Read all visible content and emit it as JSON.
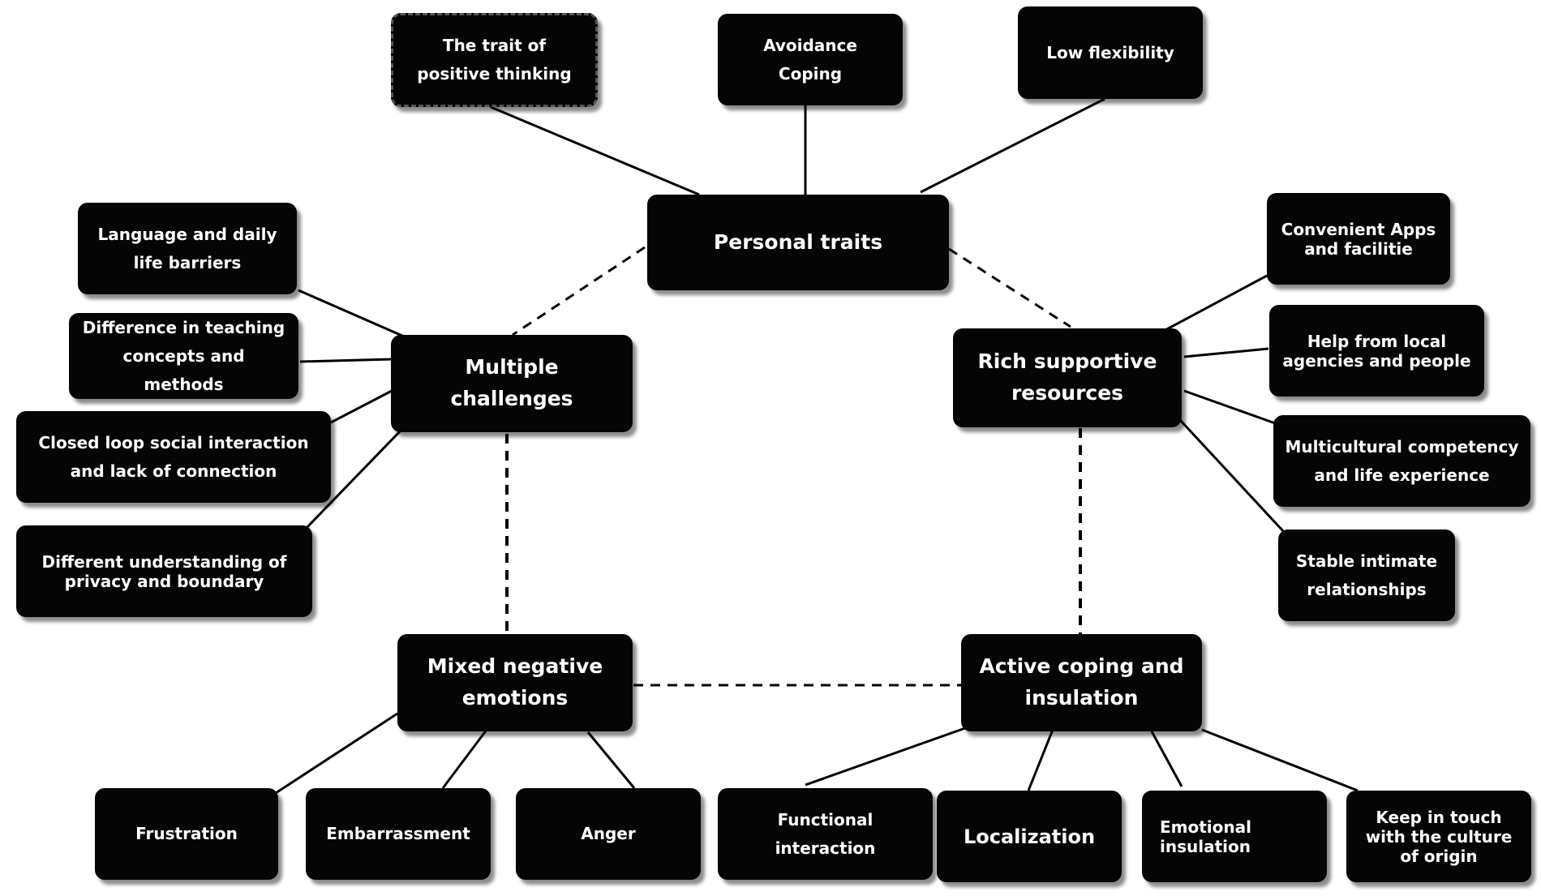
{
  "diagram": {
    "hubs": {
      "personal_traits": "Personal traits",
      "multiple_challenges": "Multiple challenges",
      "rich_resources": "Rich supportive resources",
      "mixed_emotions": "Mixed negative emotions",
      "active_coping": "Active coping and insulation"
    },
    "traits": {
      "positive_thinking": "The trait of positive thinking",
      "avoidance_coping": "Avoidance Coping",
      "low_flexibility": "Low flexibility"
    },
    "challenges": {
      "language": "Language and daily life barriers",
      "teaching": "Difference in teaching concepts and methods",
      "closed_loop": "Closed loop social interaction and lack of connection",
      "privacy": "Different understanding of privacy and boundary"
    },
    "resources": {
      "apps": "Convenient Apps and facilitie",
      "local_help": "Help from local agencies and people",
      "multicultural": "Multicultural competency and life experience",
      "intimate": "Stable intimate relationships"
    },
    "emotions": {
      "frustration": "Frustration",
      "embarrassment": "Embarrassment",
      "anger": "Anger"
    },
    "coping": {
      "functional": "Functional interaction",
      "localization": "Localization",
      "emotional": "Emotional insulation",
      "culture": "Keep in touch with the culture of origin"
    }
  }
}
